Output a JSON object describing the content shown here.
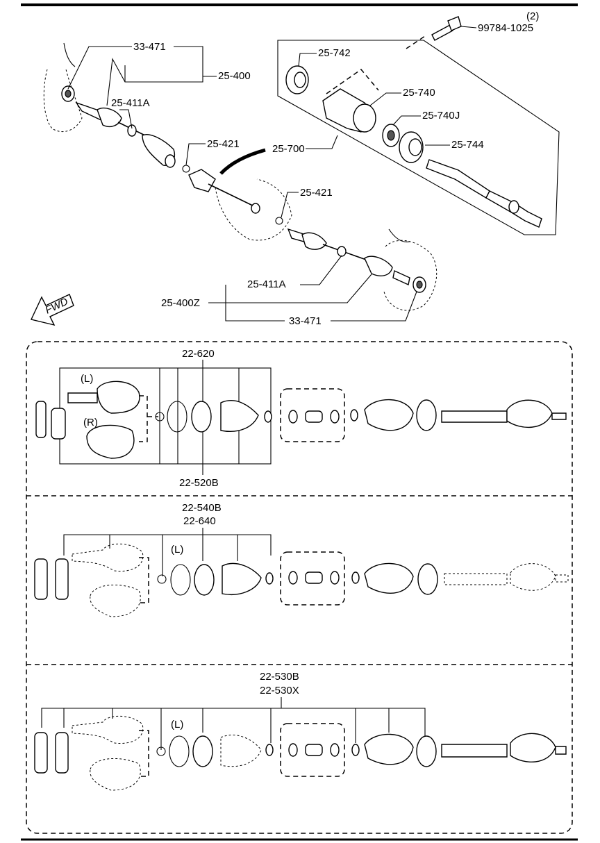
{
  "labels": {
    "bolt_part": "99784-1025",
    "bolt_qty": "(2)",
    "hub_cap_l": "33-471",
    "shaft_assy_l": "25-400",
    "joint_l": "25-411A",
    "clip_a": "25-421",
    "clip_b": "25-421",
    "bracket_seal": "25-742",
    "bracket": "25-740",
    "bearing": "25-740J",
    "seal": "25-744",
    "joint_shaft": "25-700",
    "joint_r": "25-411A",
    "shaft_assy_r": "25-400Z",
    "hub_cap_r": "33-471",
    "fwd": "FWD"
  },
  "panels": [
    {
      "top_label": "22-620",
      "bottom_label": "22-520B",
      "left_tag": "(L)",
      "right_tag": "(R)"
    },
    {
      "top_label_1": "22-540B",
      "top_label_2": "22-640",
      "tag": "(L)"
    },
    {
      "top_label_1": "22-530B",
      "top_label_2": "22-530X",
      "tag": "(L)"
    }
  ]
}
